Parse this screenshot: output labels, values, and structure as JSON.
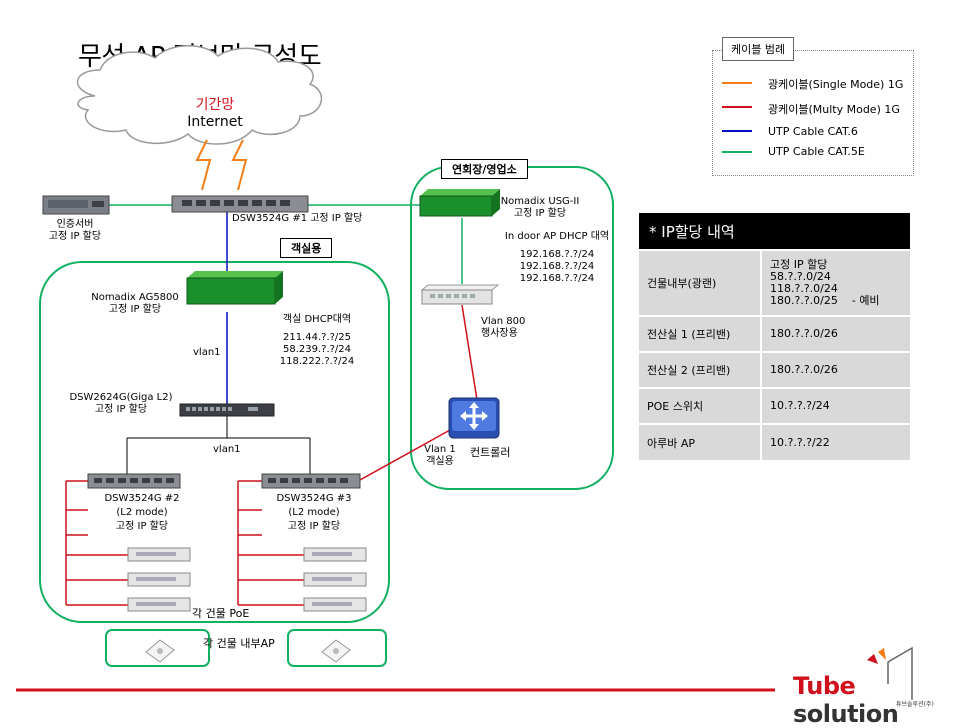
{
  "title": "무선 AP 정보망 구성도",
  "cloud": {
    "line1": "기간망",
    "line2": "Internet"
  },
  "legend": {
    "title": "케이블 범례",
    "items": [
      {
        "label": "광케이블(Single Mode) 1G",
        "color": "#f07d16"
      },
      {
        "label": "광케이블(Multy Mode) 1G",
        "color": "#d0101c"
      },
      {
        "label": "UTP Cable CAT.6",
        "color": "#0010c0"
      },
      {
        "label": "UTP Cable CAT.5E",
        "color": "#12b060"
      }
    ]
  },
  "devices": {
    "auth_server": {
      "line1": "인증서버",
      "line2": "고정 IP 할당"
    },
    "core_switch": {
      "label": "DSW3524G #1  고정 IP 할당"
    },
    "nomadix_ag": {
      "line1": "Nomadix AG5800",
      "line2": "고정 IP 할당"
    },
    "dsw2624": {
      "line1": "DSW2624G(Giga  L2)",
      "line2": "고정 IP 할당"
    },
    "dsw2": {
      "line1": "DSW3524G #2",
      "line2": "(L2 mode)",
      "line3": "고정 IP 할당"
    },
    "dsw3": {
      "line1": "DSW3524G #3",
      "line2": "(L2 mode)",
      "line3": "고정 IP 할당"
    },
    "nomadix_usg": {
      "line1": "Nomadix USG-II",
      "line2": "고정 IP 할당"
    },
    "controller": {
      "label": "컨트롤러"
    }
  },
  "regions": {
    "guest": "객실용",
    "hall": "연회장/영업소"
  },
  "notes": {
    "guest_dhcp": {
      "line1": "객실 DHCP대역",
      "line2": "211.44.?.?/25",
      "line3": "58.239.?.?/24",
      "line4": "118.222.?.?/24"
    },
    "indoor_dhcp": {
      "line1": "In door AP DHCP 대역",
      "line2": "192.168.?.?/24",
      "line3": "192.168.?.?/24",
      "line4": "192.168.?.?/24"
    },
    "vlan1_a": "vlan1",
    "vlan1_b": "vlan1",
    "vlan800": {
      "line1": "Vlan 800",
      "line2": "행사장용"
    },
    "vlan1_guest": {
      "line1": "Vlan 1",
      "line2": "객실용"
    },
    "poe": "각 건물 PoE",
    "ap": "각 건물 내부AP"
  },
  "ip_table": {
    "title": "* IP할당 내역",
    "rows": [
      {
        "name": "건물내부(광랜)",
        "value": "고정 IP 할당\n58.?.?.0/24\n118.?.?.0/24\n180.?.?.0/25    - 예비"
      },
      {
        "name": "전산실 1 (프리밴)",
        "value": "180.?.?.0/26"
      },
      {
        "name": "전산실 2 (프리밴)",
        "value": "180.?.?.0/26"
      },
      {
        "name": "POE 스위치",
        "value": "10.?.?.?/24"
      },
      {
        "name": "아루바 AP",
        "value": "10.?.?.?/22"
      }
    ]
  },
  "logo": {
    "brand_a": "Tube",
    "brand_b": "solution",
    "sub": "튜브솔루션(주)"
  }
}
